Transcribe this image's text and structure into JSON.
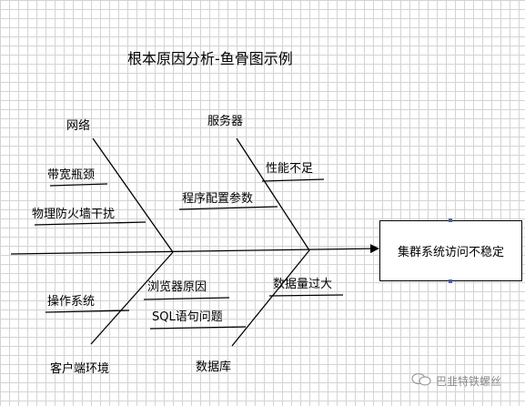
{
  "title": "根本原因分析-鱼骨图示例",
  "effect": "集群系统访问不稳定",
  "categories": {
    "network": "网络",
    "server": "服务器",
    "client": "客户端环境",
    "database": "数据库"
  },
  "causes": {
    "bandwidth": "带宽瓶颈",
    "firewall": "物理防火墙干扰",
    "performance": "性能不足",
    "config": "程序配置参数",
    "os": "操作系统",
    "browser": "浏览器原因",
    "sql": "SQL语句问题",
    "data_volume": "数据量过大"
  },
  "watermark": "巴韭特铁螺丝"
}
